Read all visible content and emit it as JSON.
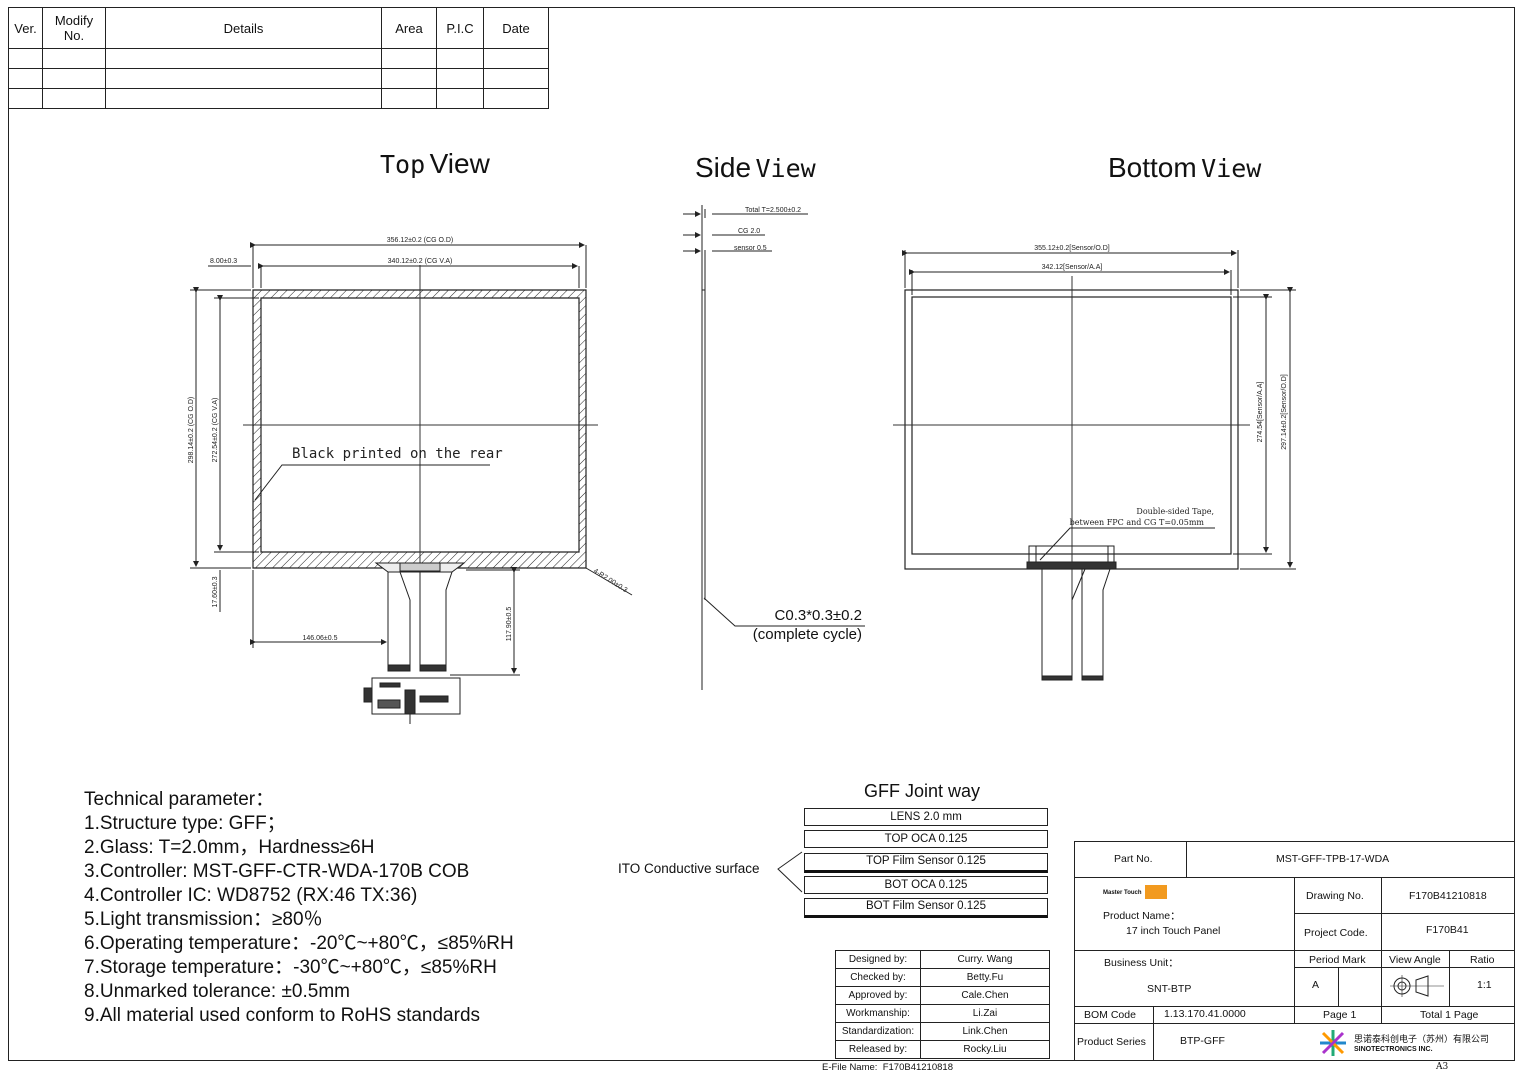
{
  "revision_table": {
    "headers": [
      "Ver.",
      "Modify No.",
      "Details",
      "Area",
      "P.I.C",
      "Date"
    ],
    "rows": [
      [
        "",
        "",
        "",
        "",
        "",
        ""
      ],
      [
        "",
        "",
        "",
        "",
        "",
        ""
      ],
      [
        "",
        "",
        "",
        "",
        "",
        ""
      ]
    ]
  },
  "views": {
    "top_title_1": "Top",
    "top_title_2": "View",
    "side_title_1": "Side",
    "side_title_2": "View",
    "bottom_title_1": "Bottom",
    "bottom_title_2": "View"
  },
  "top_dims": {
    "cg_od_width": "356.12±0.2 (CG O.D)",
    "cg_va_width": "340.12±0.2 (CG V.A)",
    "border": "8.00±0.3",
    "cg_od_height": "298.14±0.2 (CG O.D)",
    "cg_va_height": "272.54±0.2 (CG V.A)",
    "bottom_border": "17.60±0.3",
    "fpc_offset": "146.06±0.5",
    "fpc_length": "117.90±0.5",
    "corner_radius": "4-R2.00±0.3",
    "note": "Black printed on the rear"
  },
  "side_dims": {
    "total": "Total T=2.500±0.2",
    "cg": "CG 2.0",
    "sensor": "sensor 0.5",
    "chamfer": "C0.3*0.3±0.2",
    "chamfer_note": "(complete cycle)"
  },
  "bottom_dims": {
    "sensor_od_width": "355.12±0.2[Sensor/O.D]",
    "sensor_aa_width": "342.12[Sensor/A.A]",
    "sensor_aa_height": "274.54[Sensor/A.A]",
    "sensor_od_height": "297.14±0.2[Sensor/O.D]",
    "tape_note_1": "Double-sided Tape,",
    "tape_note_2": "between FPC and CG T=0.05mm"
  },
  "tech": {
    "title": "Technical parameter：",
    "items": [
      "1.Structure type: GFF；",
      "2.Glass:  T=2.0mm，Hardness≥6H",
      "3.Controller: MST-GFF-CTR-WDA-170B    COB",
      "4.Controller IC:  WD8752 (RX:46 TX:36)",
      "5.Light transmission：≥80％",
      "6.Operating temperature：-20℃~+80℃，≤85%RH",
      "7.Storage temperature：-30℃~+80℃，≤85%RH",
      "8.Unmarked tolerance: ±0.5mm",
      "9.All material used conform to RoHS standards"
    ]
  },
  "joint": {
    "title": "GFF Joint way",
    "layers": [
      "LENS 2.0 mm",
      "TOP OCA 0.125",
      "TOP Film Sensor 0.125",
      "BOT OCA 0.125",
      "BOT Film Sensor  0.125"
    ],
    "ito_label": "ITO Conductive surface"
  },
  "signatures": [
    {
      "role": "Designed by:",
      "name": "Curry. Wang"
    },
    {
      "role": "Checked by:",
      "name": "Betty.Fu"
    },
    {
      "role": "Approved by:",
      "name": "Cale.Chen"
    },
    {
      "role": "Workmanship:",
      "name": "Li.Zai"
    },
    {
      "role": "Standardization:",
      "name": "Link.Chen"
    },
    {
      "role": "Released by:",
      "name": "Rocky.Liu"
    }
  ],
  "title_block": {
    "part_no_label": "Part No.",
    "part_no": "MST-GFF-TPB-17-WDA",
    "logo_text": "Master Touch",
    "product_name_label": "Product Name：",
    "product_name": "17 inch Touch Panel",
    "drawing_no_label": "Drawing No.",
    "drawing_no": "F170B41210818",
    "project_code_label": "Project Code.",
    "project_code": "F170B41",
    "business_unit_label": "Business Unit：",
    "business_unit": "SNT-BTP",
    "period_mark_label": "Period Mark",
    "period_mark": "A",
    "view_angle_label": "View Angle",
    "ratio_label": "Ratio",
    "ratio": "1:1",
    "bom_code_label": "BOM Code",
    "bom_code": "1.13.170.41.0000",
    "page": "Page 1",
    "total_page": "Total 1 Page",
    "product_series_label": "Product Series",
    "product_series": "BTP-GFF",
    "company_cn": "思诺泰科创电子（苏州）有限公司",
    "company_en": "SINOTECTRONICS INC."
  },
  "footer": {
    "efile_label": "E-File Name:",
    "efile": "F170B41210818",
    "sheet": "A3"
  }
}
